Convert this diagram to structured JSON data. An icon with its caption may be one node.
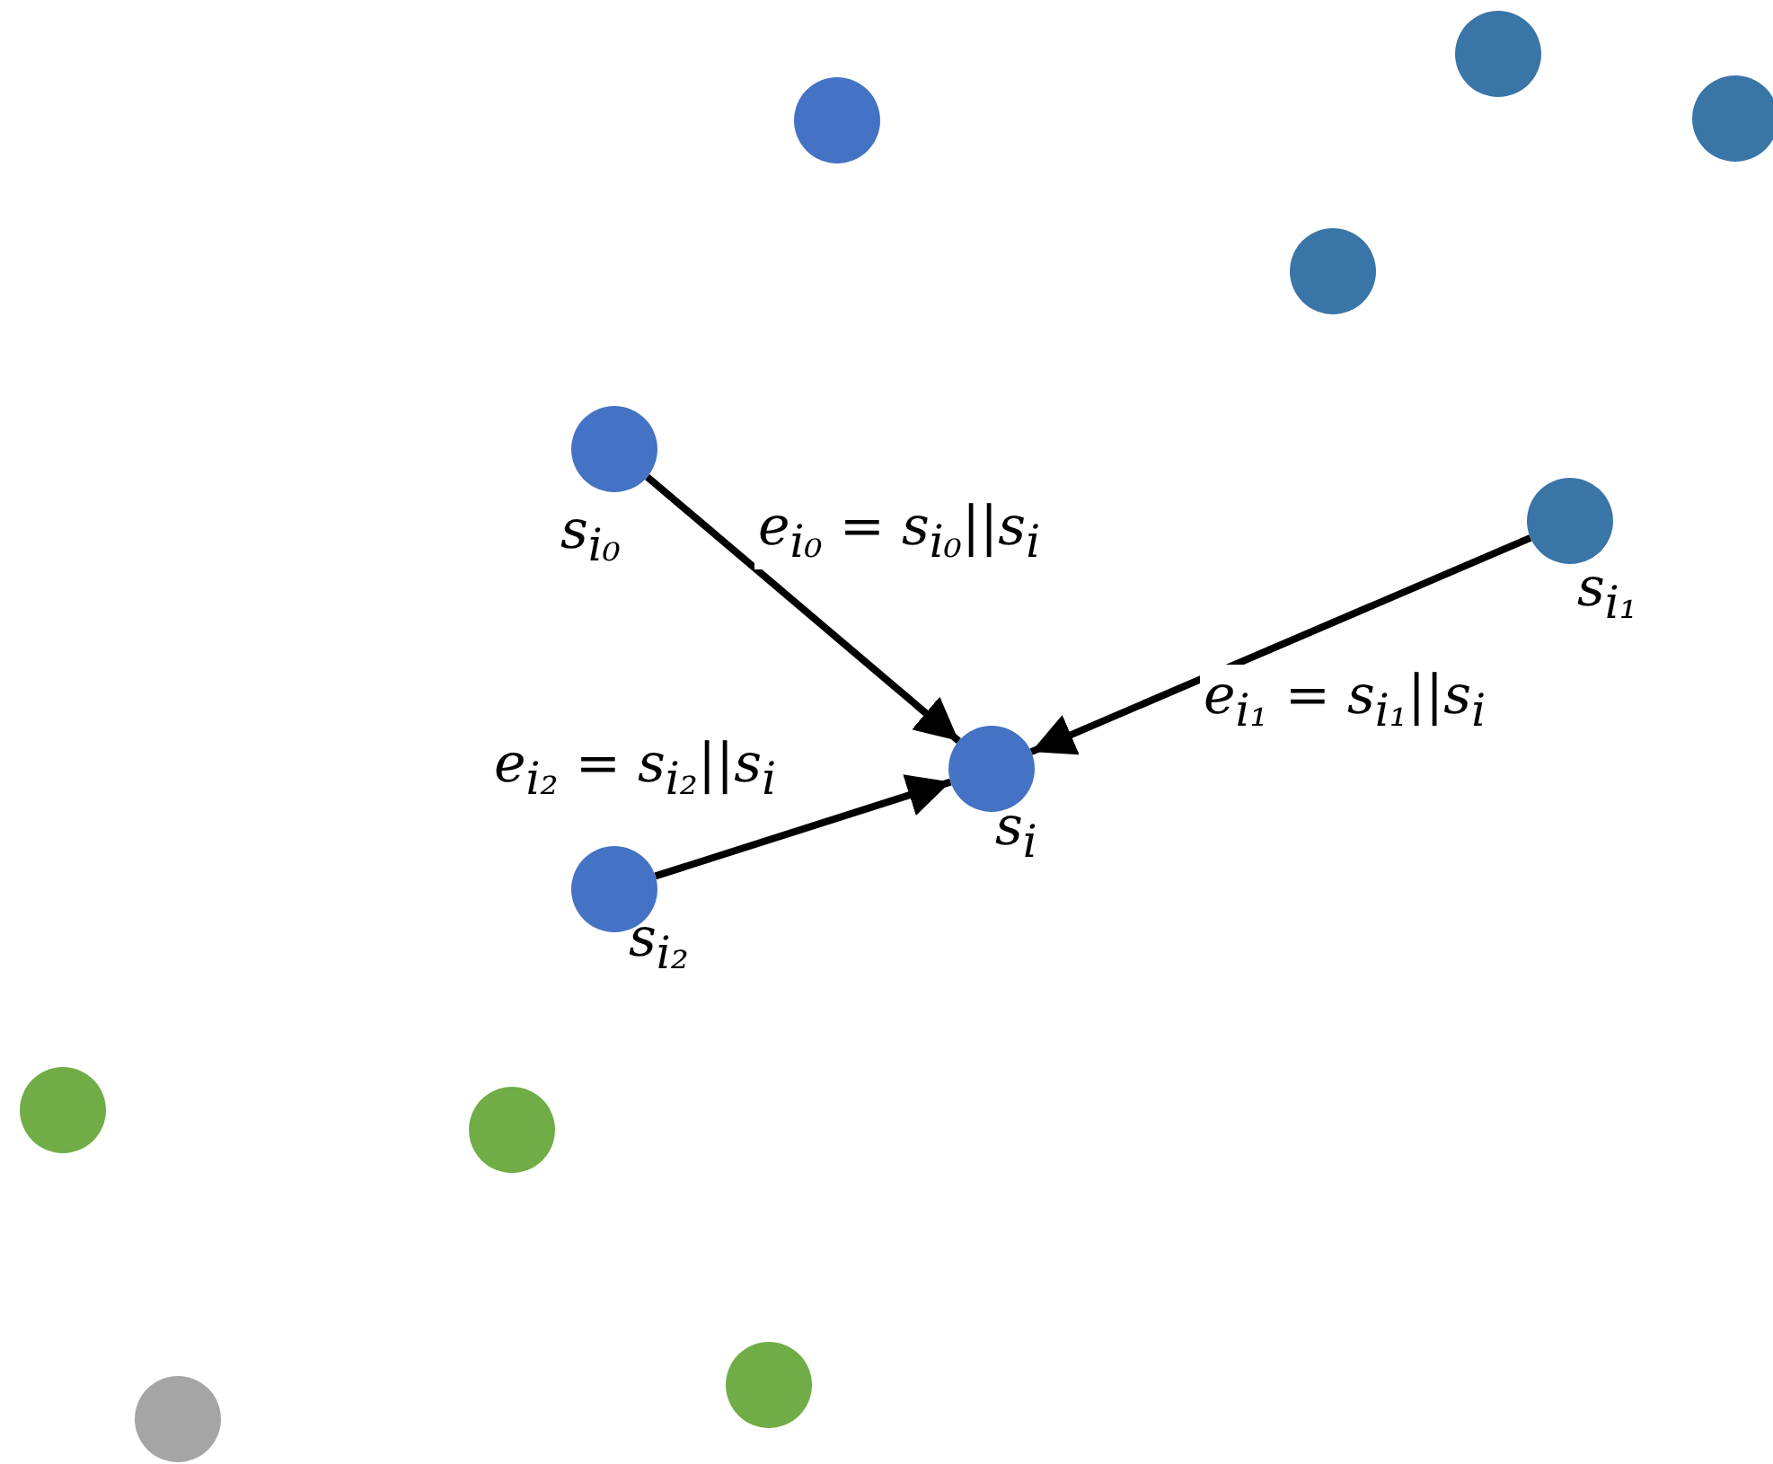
{
  "diagram": {
    "nodes": [
      {
        "text": [],
        "shape": "circle"
      },
      {
        "text": [],
        "shape": "circle"
      },
      {
        "text": [],
        "shape": "circle"
      },
      {
        "text": [],
        "shape": "circle"
      },
      {
        "text": [],
        "shape": "circle",
        "beside": [
          "s$_{i₀}$"
        ]
      },
      {
        "text": [],
        "shape": "circle",
        "beside": [
          "s$_{i₁}$"
        ]
      },
      {
        "text": [],
        "shape": "circle",
        "beside": [
          "s$_{i}$"
        ]
      },
      {
        "text": [],
        "shape": "circle",
        "beside": [
          "s$_{i₂}$"
        ]
      },
      {
        "text": [],
        "shape": "circle"
      },
      {
        "text": [],
        "shape": "circle"
      },
      {
        "text": [],
        "shape": "circle"
      },
      {
        "text": [],
        "shape": "circle"
      }
    ],
    "edges": [
      {
        "from": 4,
        "to": 6,
        "arrow": "to",
        "label": "e$_{i₀}$ = s$_{i₀}$||s$_{i}$"
      },
      {
        "from": 5,
        "to": 6,
        "arrow": "to",
        "label": "e$_{i₁}$ = s$_{i₁}$||s$_{i}$"
      },
      {
        "from": 7,
        "to": 6,
        "arrow": "to",
        "label": "e$_{i₂}$ = s$_{i₂}$||s$_{i}$"
      }
    ]
  }
}
